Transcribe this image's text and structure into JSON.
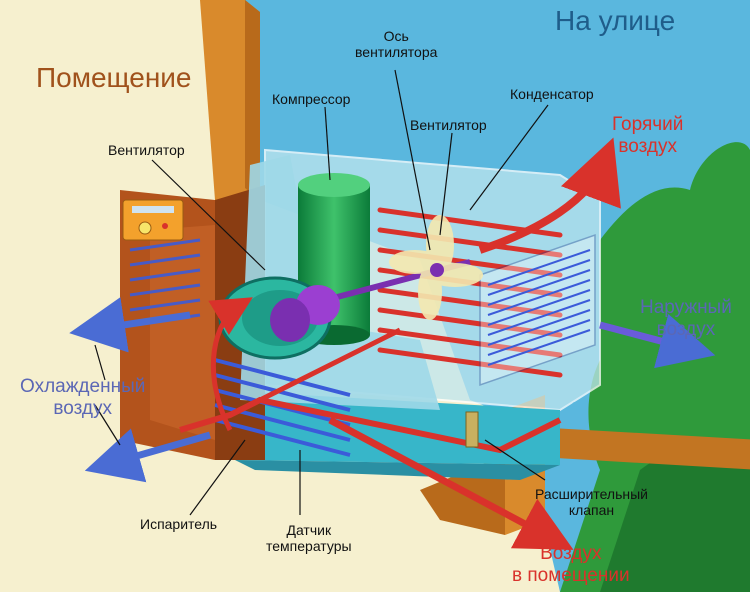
{
  "colors": {
    "indoor_bg": "#f6f0cf",
    "outdoor_sky": "#5ab7de",
    "wall": "#d98a2c",
    "hot_air": "#d9322b",
    "cool_air": "#4a6cd4",
    "label_region_indoor": "#a0521c",
    "label_region_outdoor": "#1f5d8a"
  },
  "regions": {
    "indoor": "Помещение",
    "outdoor": "На улице"
  },
  "labels": {
    "fan_axis_1": "Ось",
    "fan_axis_2": "вентилятора",
    "compressor": "Компрессор",
    "condenser": "Конденсатор",
    "fan_outdoor": "Вентилятор",
    "fan_indoor": "Вентилятор",
    "hot_air_1": "Горячий",
    "hot_air_2": "воздух",
    "outside_air_1": "Наружный",
    "outside_air_2": "воздух",
    "cooled_air_1": "Охлажденный",
    "cooled_air_2": "воздух",
    "evaporator": "Испаритель",
    "temp_sensor_1": "Датчик",
    "temp_sensor_2": "температуры",
    "expansion_valve_1": "Расширительный",
    "expansion_valve_2": "клапан",
    "room_air_1": "Воздух",
    "room_air_2": "в помещении"
  }
}
